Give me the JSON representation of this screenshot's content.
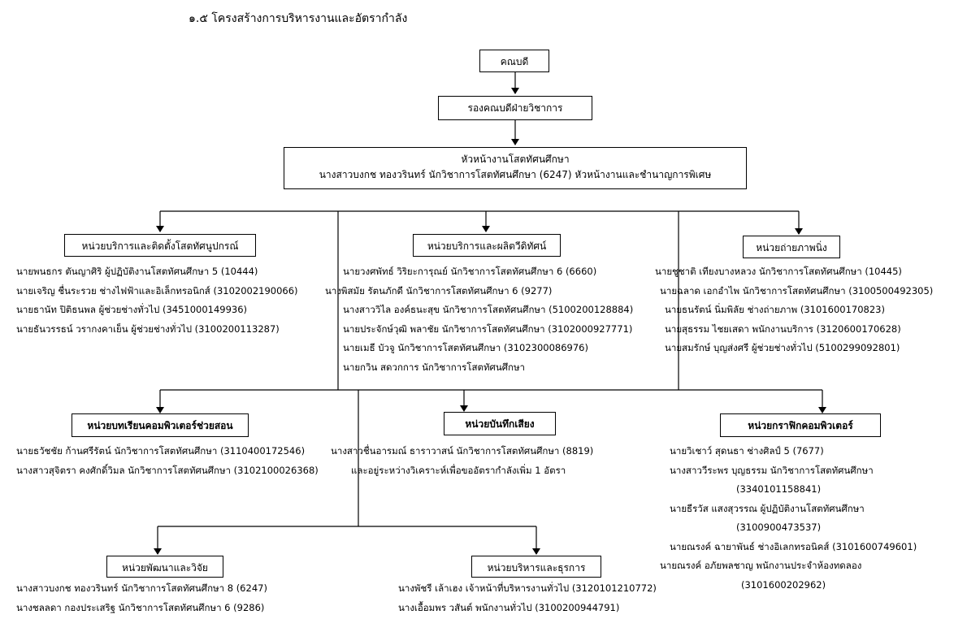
{
  "title": "๑.๕ โครงสร้างการบริหารงานและอัตรากำลัง",
  "dean": "คณบดี",
  "vice_dean": "รองคณบดีฝ่ายวิชาการ",
  "head": {
    "title": "หัวหน้างานโสตทัศนศึกษา",
    "name": "นางสาวบงกช  ทองวรินทร์  นักวิชาการโสตทัศนศึกษา  (6247) หัวหน้างานและชำนาญการพิเศษ"
  },
  "units": {
    "install": {
      "label": "หน่วยบริการและติดตั้งโสตทัศนูปกรณ์",
      "staff": [
        "นายพนธกร ตันญาศิริ ผู้ปฏิบัติงานโสตทัศนศึกษา 5 (10444)",
        "นายเจริญ ชื่นระรวย  ช่างไฟฟ้าและอิเล็กทรอนิกส์ (3102002190066)",
        "นายธานัท  ปิติธนพล  ผู้ช่วยช่างทั่วไป (3451000149936)",
        "นายธันวรรธน์  วรากงคาเย็น  ผู้ช่วยช่างทั่วไป (3100200113287)"
      ]
    },
    "video": {
      "label": "หน่วยบริการและผลิตวีดิทัศน์",
      "staff": [
        "นายวงศพัทธ์  วิริยะการุณย์ นักวิชาการโสตทัศนศึกษา 6 (6660)",
        "นางพิสมัย  รัตนภักดี นักวิชาการโสตทัศนศึกษา 6 (9277)",
        "นางสาววิไล  องค์ธนะสุข  นักวิชาการโสตทัศนศึกษา (5100200128884)",
        "นายประจักษ์วุฒิ  พลาชัย  นักวิชาการโสตทัศนศึกษา (3102000927771)",
        "นายเมธี บัวจู  นักวิชาการโสตทัศนศึกษา (3102300086976)",
        "นายกวิน สดวกการ นักวิชาการโสตทัศนศึกษา"
      ]
    },
    "photo": {
      "label": "หน่วยถ่ายภาพนิ่ง",
      "staff": [
        "นายชูชาติ  เทียงบางหลวง นักวิชาการโสตทัศนศึกษา  (10445)",
        "นายฉลาด เอกอำไพ นักวิชาการโสตทัศนศึกษา (3100500492305)",
        "นายธนรัตน์ นิ่มพิลัย  ช่างถ่ายภาพ (3101600170823)",
        "นายสุธรรม ไชยเสดา พนักงานบริการ  (3120600170628)",
        "นายสมรักษ์ บุญส่งศรี ผู้ช่วยช่างทั่วไป (5100299092801)"
      ]
    },
    "cai": {
      "label": "หน่วยบทเรียนคอมพิวเตอร์ช่วยสอน",
      "staff": [
        "นายธวัชชัย ก้านศรีรัตน์ นักวิชาการโสตทัศนศึกษา (3110400172546)",
        "นางสาวสุจิตรา คงศักดิ์วิมล นักวิชาการโสตทัศนศึกษา (3102100026368)"
      ]
    },
    "audio": {
      "label": "หน่วยบันทึกเสียง",
      "staff": [
        "นางสาวชื่นอารมณ์  ธาราวาสน์  นักวิชาการโสตทัศนศึกษา (8819)",
        "และอยู่ระหว่างวิเคราะห์เพื่อขออัตรากำลังเพิ่ม 1 อัตรา"
      ]
    },
    "graphic": {
      "label": "หน่วยกราฟิกคอมพิวเตอร์",
      "staff": [
        "นายวิเชาว์  สุดนธา   ช่างศิลป์ 5 (7677)",
        "นางสาววีระพร บุญธรรม นักวิชาการโสตทัศนศึกษา",
        "(3340101158841)",
        "นายธีรวัส  แสงสุวรรณ  ผู้ปฏิบัติงานโสตทัศนศึกษา",
        "(3100900473537)",
        "นายณรงค์  ฉายาพันธ์  ช่างอิเลกทรอนิคส์ (3101600749601)",
        "นายณรงค์  อภัยพลชาญ พนักงานประจำห้องทดลอง",
        "(3101600202962)"
      ]
    },
    "research": {
      "label": "หน่วยพัฒนาและวิจัย",
      "staff": [
        "นางสาวบงกช  ทองวรินทร์ นักวิชาการโสตทัศนศึกษา 8 (6247)",
        "นางชลลดา  กองประเสริฐ  นักวิชาการโสตทัศนศึกษา 6 (9286)"
      ]
    },
    "admin": {
      "label": "หน่วยบริหารและธุรการ",
      "staff": [
        "นางพัชรี  เล้าเฮง  เจ้าหน้าที่บริหารงานทั่วไป (3120101210772)",
        "นางเอื้อมพร  วสันต์  พนักงานทั่วไป (3100200944791)"
      ]
    }
  }
}
